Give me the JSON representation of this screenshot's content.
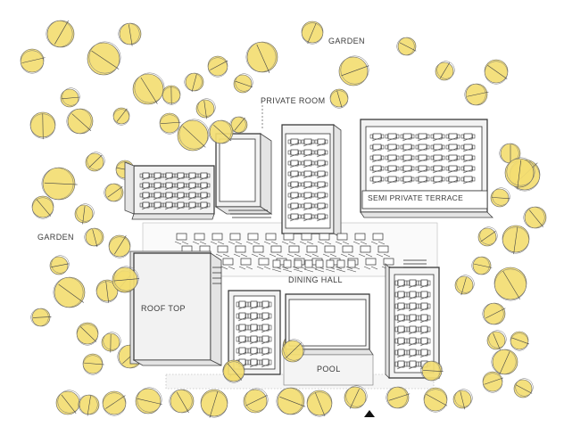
{
  "labels": {
    "garden_top": "GARDEN",
    "garden_left": "GARDEN",
    "private_room": "PRIVATE ROOM",
    "semi_private_terrace": "SEMI PRIVATE TERRACE",
    "dining_hall": "DINING HALL",
    "roof_top": "ROOF TOP",
    "pool": "POOL"
  },
  "icons": {
    "north_marker": "north-arrow-icon",
    "tree": "tree-icon"
  },
  "colors": {
    "tree_fill": "#f4de72",
    "line": "#333333",
    "building_fill": "#f2f2f2"
  }
}
